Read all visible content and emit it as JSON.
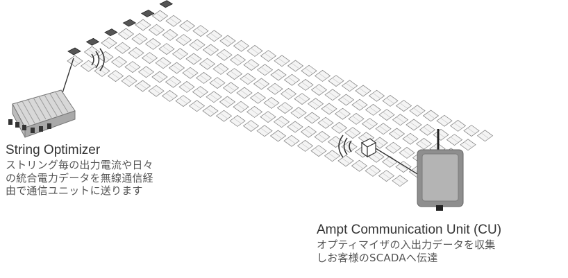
{
  "string_optimizer": {
    "title": "String Optimizer",
    "description_lines": [
      "ストリング毎の出力電流や日々",
      "の統合電力データを無線通信経",
      "由で通信ユニットに送ります"
    ]
  },
  "communication_unit": {
    "title": "Ampt Communication Unit (CU)",
    "description_lines": [
      "オプティマイザの入出力データを収集",
      "しお客様のSCADAへ伝達"
    ]
  },
  "colors": {
    "panel_fill": "#f4f4f4",
    "panel_stroke": "#8a8a8a",
    "line": "#333333",
    "device_body": "#8e8e8e",
    "device_face": "#b4b4b4"
  }
}
